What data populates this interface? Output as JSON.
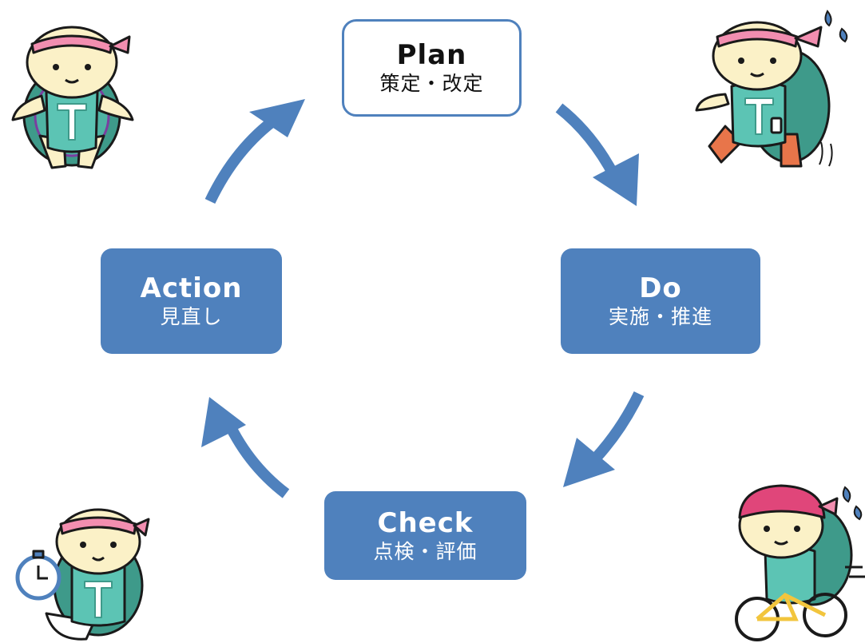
{
  "cycle": {
    "plan": {
      "title": "Plan",
      "subtitle": "策定・改定"
    },
    "do": {
      "title": "Do",
      "subtitle": "実施・推進"
    },
    "check": {
      "title": "Check",
      "subtitle": "点検・評価"
    },
    "action": {
      "title": "Action",
      "subtitle": "見直し"
    }
  },
  "colors": {
    "accent": "#4f81bd",
    "mascot_skin": "#fbf1c7",
    "mascot_shirt": "#5cc4b4",
    "mascot_shell": "#3e9a8a",
    "headband": "#f28eb0"
  },
  "mascots": [
    "mascot-standing-icon",
    "mascot-walking-icon",
    "mascot-stopwatch-icon",
    "mascot-cycling-icon"
  ]
}
